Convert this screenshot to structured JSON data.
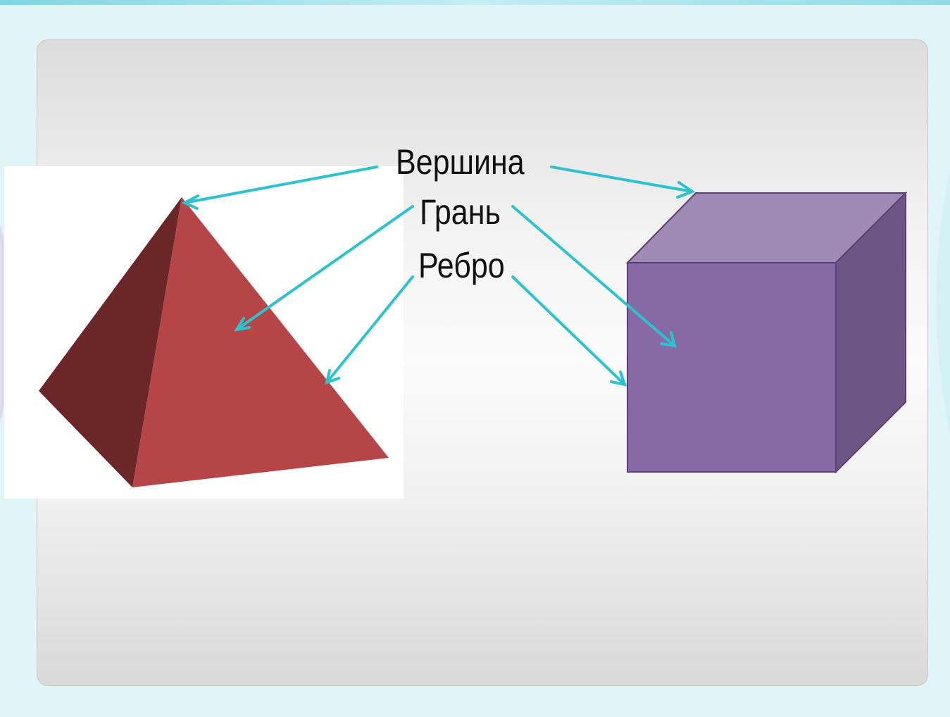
{
  "labels": {
    "vertex": "Вершина",
    "face": "Грань",
    "edge": "Ребро"
  },
  "colors": {
    "arrow": "#2cc3cf",
    "pyramid_front": "#b54546",
    "pyramid_side": "#6b2627",
    "cube_front": "#8769a6",
    "cube_top": "#9f89b5",
    "cube_side": "#6d5585",
    "cube_outline": "#5a3f75",
    "panel_border": "#c9c9c9",
    "slide_background": "#e3f6f9"
  }
}
